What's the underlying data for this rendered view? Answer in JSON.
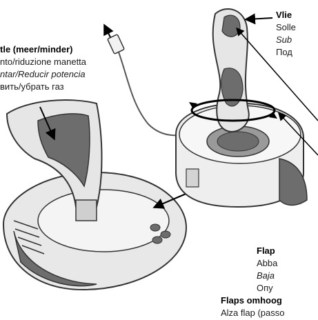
{
  "labels": {
    "throttle": {
      "title": "tle (meer/minder)",
      "line_it": "nto/riduzione manetta",
      "line_es": "ntar/Reducir potencia",
      "line_ru": "вить/убрать газ"
    },
    "top_right": {
      "title": "Vlie",
      "line_it": "Solle",
      "line_es": "Sub",
      "line_ru": "Под"
    },
    "flaps_down": {
      "title": "Flap",
      "line_it": "Abba",
      "line_es": "Baja",
      "line_ru": "Опу"
    },
    "flaps_up": {
      "title": "Flaps omhoog",
      "line_it": "Alza flap (passo"
    }
  },
  "colors": {
    "body_grey": "#e6e6e6",
    "dark_grey": "#6d6d6d",
    "mid_grey": "#a9a9a9",
    "outline": "#3a3a3a",
    "background": "#ffffff"
  }
}
